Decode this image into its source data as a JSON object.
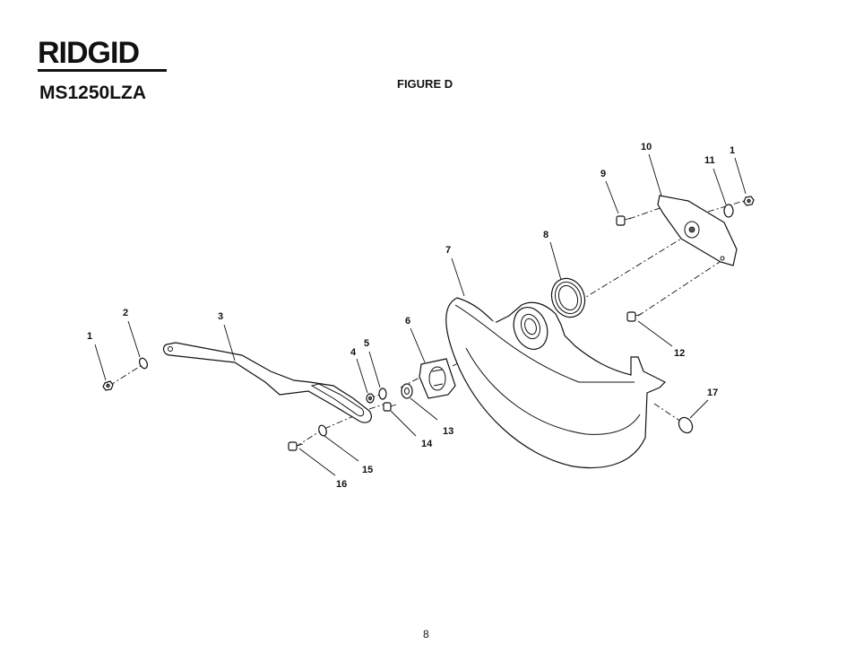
{
  "header": {
    "brand": "RIDGID",
    "model": "MS1250LZA",
    "figure_title": "FIGURE D"
  },
  "callouts": {
    "c1a": "1",
    "c2": "2",
    "c3": "3",
    "c4": "4",
    "c5": "5",
    "c6": "6",
    "c7": "7",
    "c8": "8",
    "c9": "9",
    "c10": "10",
    "c11": "11",
    "c1b": "1",
    "c12": "12",
    "c13": "13",
    "c14": "14",
    "c15": "15",
    "c16": "16",
    "c17": "17"
  },
  "footer": {
    "page_number": "8"
  }
}
